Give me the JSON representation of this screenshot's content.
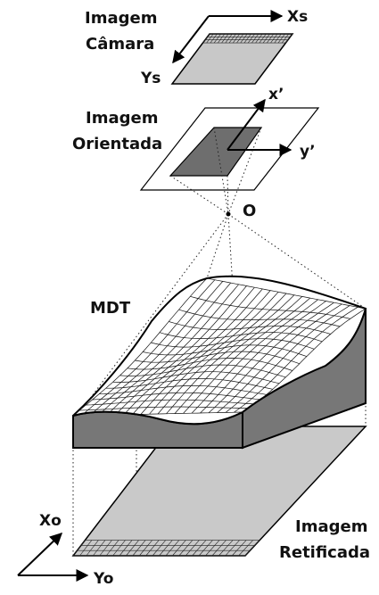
{
  "labels": {
    "camera_image": [
      "Imagem",
      "Câmara"
    ],
    "oriented_image": [
      "Imagem",
      "Orientada"
    ],
    "mdt": "MDT",
    "rectified_image": [
      "Imagem",
      "Retificada"
    ]
  },
  "axes": {
    "xs": "Xs",
    "ys": "Ys",
    "x_prime": "x’",
    "y_prime": "y’",
    "origin": "O",
    "xo": "Xo",
    "yo": "Yo"
  },
  "colors": {
    "camera_fill": "#c8c8c8",
    "oriented_fill": "#6e6e6e",
    "dtm_side": "#777777",
    "rectified_fill": "#c9c9c9",
    "outline": "#000000"
  }
}
